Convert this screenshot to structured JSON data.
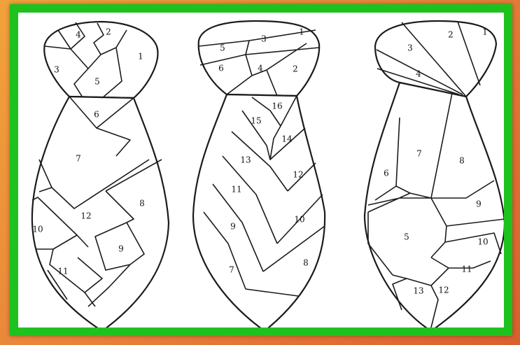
{
  "ties": [
    {
      "id": "tie-1",
      "knot_labels": [
        "1",
        "2",
        "3",
        "4",
        "5"
      ],
      "body_labels": [
        "6",
        "7",
        "8",
        "9",
        "10",
        "11",
        "12"
      ]
    },
    {
      "id": "tie-2",
      "knot_labels": [
        "1",
        "2",
        "3",
        "4",
        "5",
        "6"
      ],
      "body_labels": [
        "7",
        "8",
        "9",
        "10",
        "11",
        "12",
        "13",
        "14",
        "15",
        "16"
      ]
    },
    {
      "id": "tie-3",
      "knot_labels": [
        "1",
        "2",
        "3",
        "4"
      ],
      "body_labels": [
        "5",
        "6",
        "7",
        "8",
        "9",
        "10",
        "11",
        "12",
        "13"
      ]
    }
  ],
  "colors": {
    "frame": "#1ec21e",
    "background": "#e9853a",
    "paper": "#ffffff",
    "ink": "#1b1b1b"
  }
}
